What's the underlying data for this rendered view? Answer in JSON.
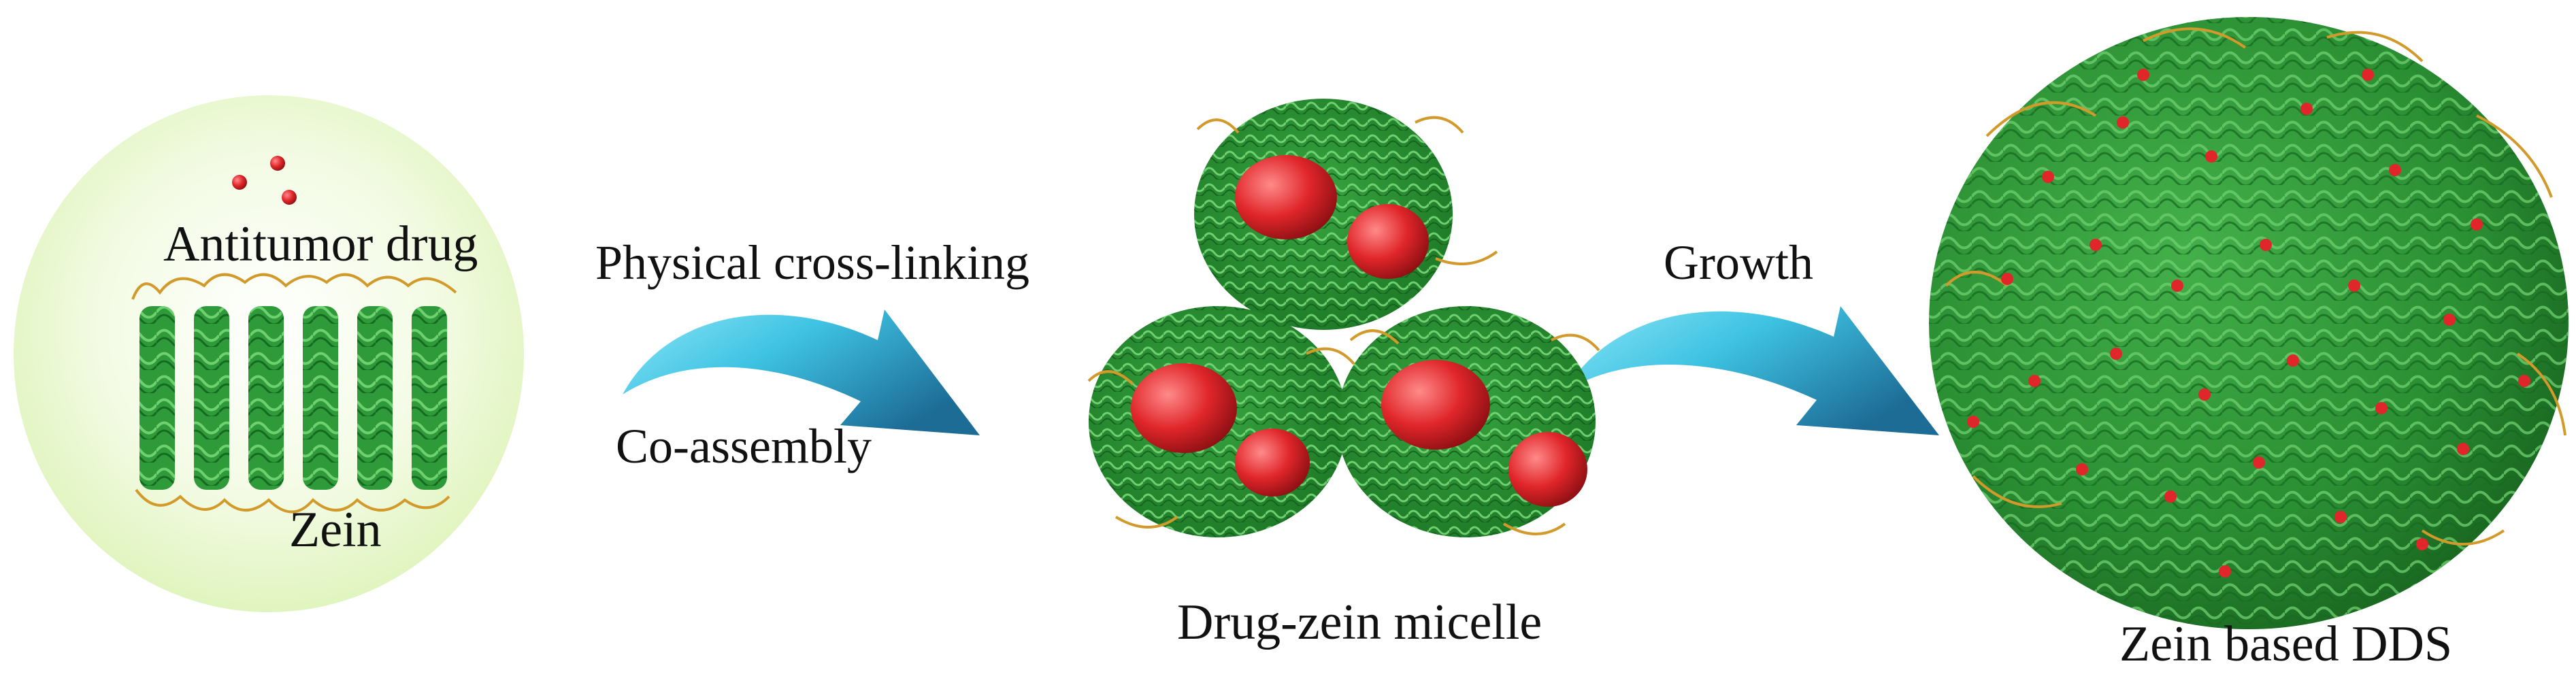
{
  "labels": {
    "antitumor_drug": "Antitumor drug",
    "zein": "Zein",
    "physical_cross_linking": "Physical cross-linking",
    "co_assembly": "Co-assembly",
    "growth": "Growth",
    "drug_zein_micelle": "Drug-zein micelle",
    "zein_based_dds": "Zein based DDS"
  },
  "colors": {
    "protein_green": "#2e9a3a",
    "drug_red": "#e0262a",
    "backdrop_light_green": "#e6f7c6",
    "arrow_cyan": "#3ec3e3",
    "arrow_deep_blue": "#1d6c96",
    "linker_orange": "#d19a2a"
  }
}
